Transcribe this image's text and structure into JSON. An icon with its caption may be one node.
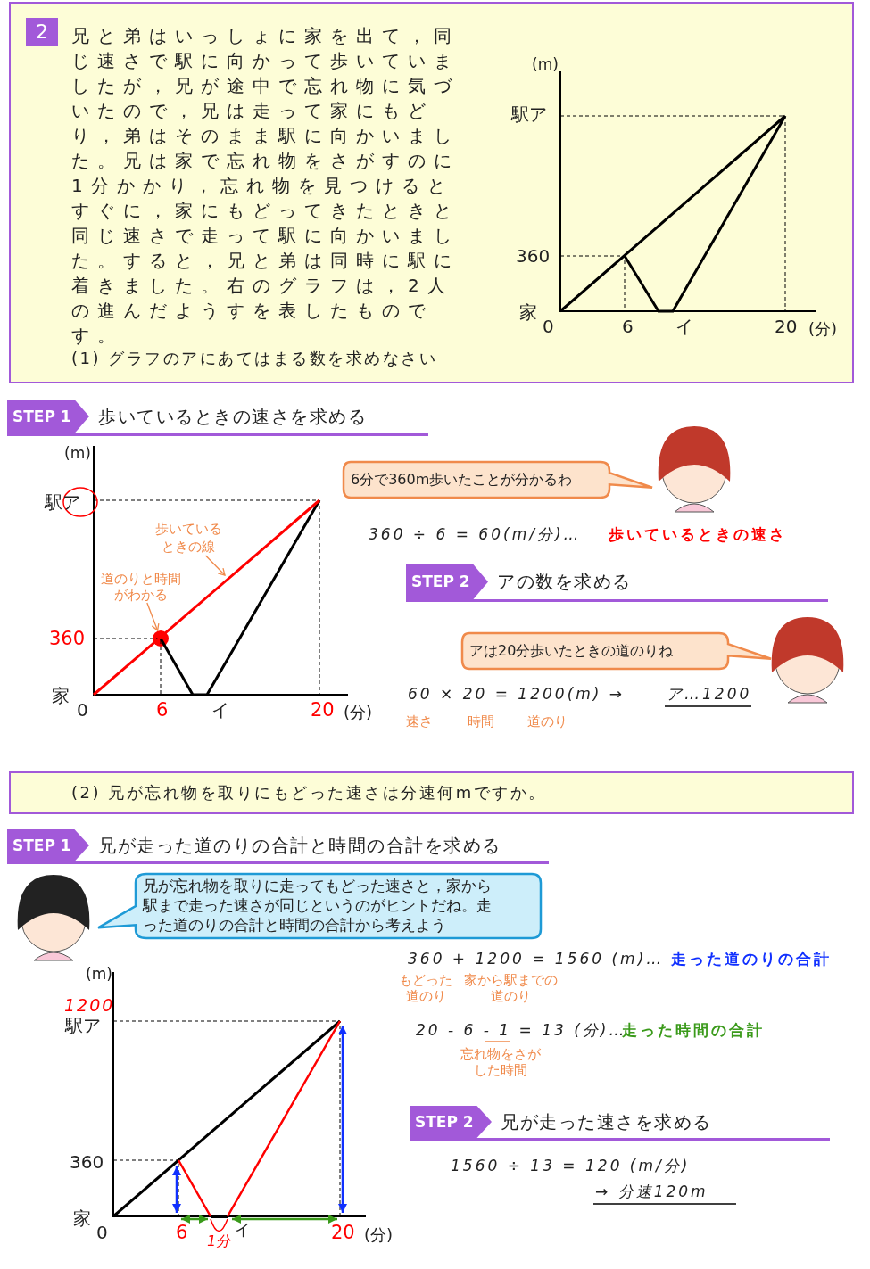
{
  "diagram": {
    "nodes": [
      {
        "text": [
          "兄と弟はいっしょに家を出て，同じ速さで駅に向かって歩いていましたが，兄が途中で忘れ物に気づいたので，兄は走って家にもどり，弟はそのまま駅に向かいました。兄は家で忘れ物をさがすのに1分かかり，忘れ物を見つけるとすぐに，家にもどってきたときと同じ速さで走って駅に向かいました。すると，兄と弟は同時に駅に着きました。右のグラフは，2人の進んだようすを表したものです。",
          "(1) グラフのアにあてはまる数を求めなさい"
        ]
      },
      {
        "text": [
          "2"
        ],
        "in": 0
      },
      {
        "text": [
          "STEP 1",
          "歩いているときの速さを求める"
        ]
      },
      {
        "text": [
          "歩いているときの線"
        ]
      },
      {
        "text": [
          "道のりと時間がわかる"
        ]
      },
      {
        "text": [
          "6分で360m歩いたことが分かるわ"
        ]
      },
      {
        "text": [
          "STEP 2",
          "アの数を求める"
        ]
      },
      {
        "text": [
          "アは20分歩いたときの道のりね"
        ]
      },
      {
        "text": [
          "(2) 兄が忘れ物を取りにもどった速さは分速何mですか。"
        ]
      },
      {
        "text": [
          "STEP 1",
          "兄が走った道のりの合計と時間の合計を求める"
        ]
      },
      {
        "text": [
          "兄が忘れ物を取りに走ってもどった速さと，家から駅まで走った速さが同じというのがヒントだね。走った道のりの合計と時間の合計から考えよう"
        ]
      },
      {
        "text": [
          "STEP 2",
          "兄が走った速さを求める"
        ]
      },
      {
        "text": [],
        "shape": "circle"
      }
    ],
    "edges": [
      {
        "from": 3,
        "to": null,
        "arrow": "to"
      },
      {
        "from": 4,
        "to": 12,
        "arrow": "to"
      }
    ],
    "labels": [
      "(m)",
      "駅ア",
      "360",
      "家",
      "0",
      "6",
      "イ",
      "20",
      "(分)",
      "(m)",
      "駅ア",
      "360",
      "家",
      "0",
      "6",
      "イ",
      "20",
      "(分)",
      "360 ÷ 6 = 60(m/分)…",
      "歩いているときの速さ",
      "60 × 20 = 1200(m) →",
      "ア…1200",
      "速さ",
      "時間",
      "道のり",
      "360 + 1200 = 1560 (m)…",
      "走った道のりの合計",
      "もどった道のり",
      "家から駅までの道のり",
      "20 - 6 - 1 = 13 (分)…",
      "走った時間の合計",
      "忘れ物をさがした時間",
      "(m)",
      "1200",
      "駅ア",
      "360",
      "家",
      "0",
      "6",
      "1分",
      "イ",
      "20",
      "(分)",
      "1560 ÷ 13 = 120 (m/分)",
      "→ 分速120m"
    ]
  }
}
